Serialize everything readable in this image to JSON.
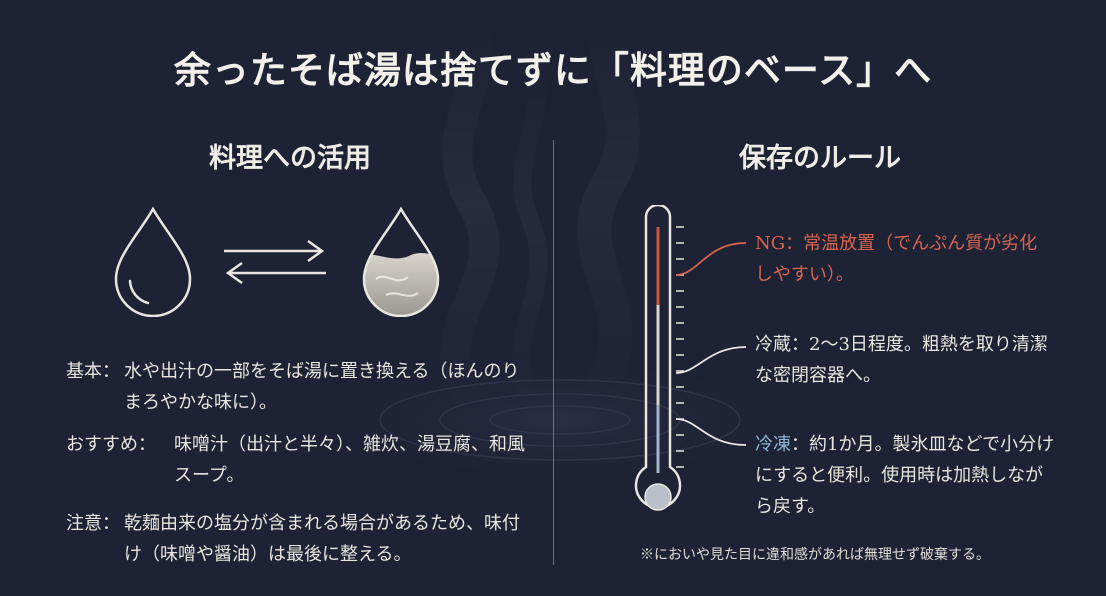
{
  "title": "余ったそば湯は捨てずに「料理のベース」へ",
  "left": {
    "heading": "料理への活用",
    "items": [
      {
        "label": "基本：",
        "text": "水や出汁の一部をそば湯に置き換える（ほんのりまろやかな味に）。"
      },
      {
        "label": "おすすめ：",
        "text": "味噌汁（出汁と半々）、雑炊、湯豆腐、和風スープ。"
      },
      {
        "label": "注意：",
        "text": "乾麺由来の塩分が含まれる場合があるため、味付け（味噌や醤油）は最後に整える。"
      }
    ]
  },
  "right": {
    "heading": "保存のルール",
    "ng": "NG：常温放置（でんぷん質が劣化しやすい）。",
    "fridge": "冷蔵：2〜3日程度。粗熱を取り清潔な密閉容器へ。",
    "freeze_label": "冷凍",
    "freeze_text": "：約1か月。製氷皿などで小分けにすると便利。使用時は加熱しながら戻す。",
    "note": "※においや見た目に違和感があれば無理せず破棄する。"
  },
  "colors": {
    "background": "#1d2234",
    "ng_red": "#d9644e",
    "freeze_blue": "#8fb6d6",
    "text": "#e9e6df"
  },
  "icons": [
    "water-drop-icon",
    "exchange-arrows-icon",
    "soba-yu-drop-icon",
    "thermometer-icon"
  ]
}
